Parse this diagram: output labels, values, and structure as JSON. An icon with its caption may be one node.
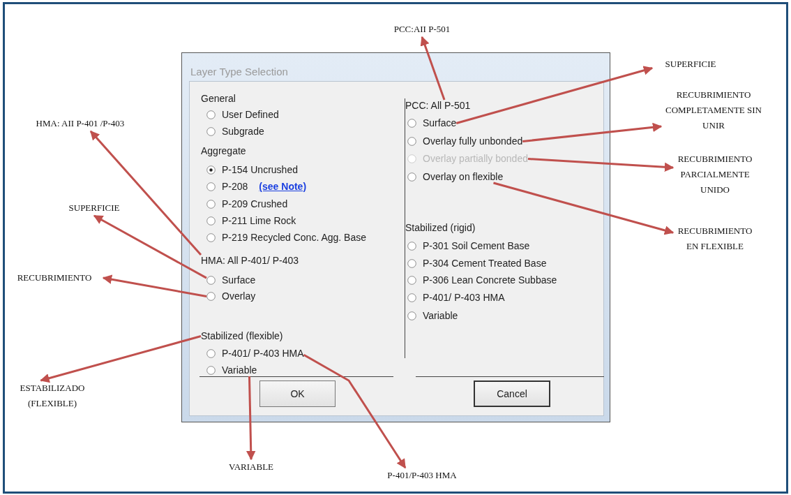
{
  "diagram": {
    "nodes": [
      {
        "text": [
          "Layer Type Selection"
        ]
      },
      {
        "text": [
          "General"
        ],
        "in": 0
      },
      {
        "text": [
          "User Defined"
        ],
        "in": 0
      },
      {
        "text": [
          "Subgrade"
        ],
        "in": 0
      },
      {
        "text": [
          "Aggregate"
        ],
        "in": 0
      },
      {
        "text": [
          "P-154 Uncrushed"
        ],
        "in": 0
      },
      {
        "text": [
          "P-208",
          "(see Note)"
        ],
        "in": 0
      },
      {
        "text": [
          "P-209 Crushed"
        ],
        "in": 0
      },
      {
        "text": [
          "P-211 Lime Rock"
        ],
        "in": 0
      },
      {
        "text": [
          "P-219 Recycled Conc. Agg. Base"
        ],
        "in": 0
      },
      {
        "text": [
          "HMA: All P-401/ P-403"
        ],
        "in": 0
      },
      {
        "text": [
          "Surface"
        ],
        "in": 0
      },
      {
        "text": [
          "Overlay"
        ],
        "in": 0
      },
      {
        "text": [
          "Stabilized (flexible)"
        ],
        "in": 0
      },
      {
        "text": [
          "P-401/ P-403 HMA"
        ],
        "in": 0
      },
      {
        "text": [
          "Variable"
        ],
        "in": 0
      },
      {
        "text": [
          "OK"
        ],
        "in": 0
      },
      {
        "text": [
          "PCC: All P-501"
        ],
        "in": 0
      },
      {
        "text": [
          "Surface"
        ],
        "in": 0
      },
      {
        "text": [
          "Overlay fully unbonded"
        ],
        "in": 0
      },
      {
        "text": [
          "Overlay partially bonded"
        ],
        "in": 0
      },
      {
        "text": [
          "Overlay on flexible"
        ],
        "in": 0
      },
      {
        "text": [
          "Stabilized (rigid)"
        ],
        "in": 0
      },
      {
        "text": [
          "P-301 Soil Cement Base"
        ],
        "in": 0
      },
      {
        "text": [
          "P-304 Cement Treated Base"
        ],
        "in": 0
      },
      {
        "text": [
          "P-306 Lean Concrete Subbase"
        ],
        "in": 0
      },
      {
        "text": [
          "P-401/ P-403 HMA"
        ],
        "in": 0
      },
      {
        "text": [
          "Variable"
        ],
        "in": 0
      },
      {
        "text": [
          "Cancel"
        ],
        "in": 0
      },
      {
        "text": [
          "PCC:AII P-501"
        ]
      },
      {
        "text": [
          "SUPERFICIE"
        ]
      },
      {
        "text": [
          "RECUBRIMIENTO COMPLETAMENTE SIN UNIR"
        ]
      },
      {
        "text": [
          "RECUBRIMIENTO PARCIALMENTE UNIDO"
        ]
      },
      {
        "text": [
          "RECUBRIMIENTO EN FLEXIBLE"
        ]
      },
      {
        "text": [
          "HMA: AII P-401 /P-403"
        ]
      },
      {
        "text": [
          "SUPERFICIE"
        ]
      },
      {
        "text": [
          "RECUBRIMIENTO"
        ]
      },
      {
        "text": [
          "ESTABILIZADO (FLEXIBLE)"
        ]
      },
      {
        "text": [
          "VARIABLE"
        ]
      },
      {
        "text": [
          "P-401/P-403 HMA"
        ]
      }
    ],
    "edges": [
      {
        "from": 17,
        "to": 29,
        "arrow": "to"
      },
      {
        "from": 18,
        "to": 30,
        "arrow": "to"
      },
      {
        "from": 19,
        "to": 31,
        "arrow": "to"
      },
      {
        "from": 20,
        "to": 32,
        "arrow": "to"
      },
      {
        "from": 21,
        "to": 33,
        "arrow": "to"
      },
      {
        "from": 10,
        "to": 34,
        "arrow": "to"
      },
      {
        "from": 11,
        "to": 35,
        "arrow": "to"
      },
      {
        "from": 12,
        "to": 36,
        "arrow": "to"
      },
      {
        "from": 13,
        "to": 37,
        "arrow": "to"
      },
      {
        "from": 15,
        "to": 38,
        "arrow": "to"
      },
      {
        "from": 14,
        "to": 39,
        "arrow": "to"
      }
    ]
  }
}
